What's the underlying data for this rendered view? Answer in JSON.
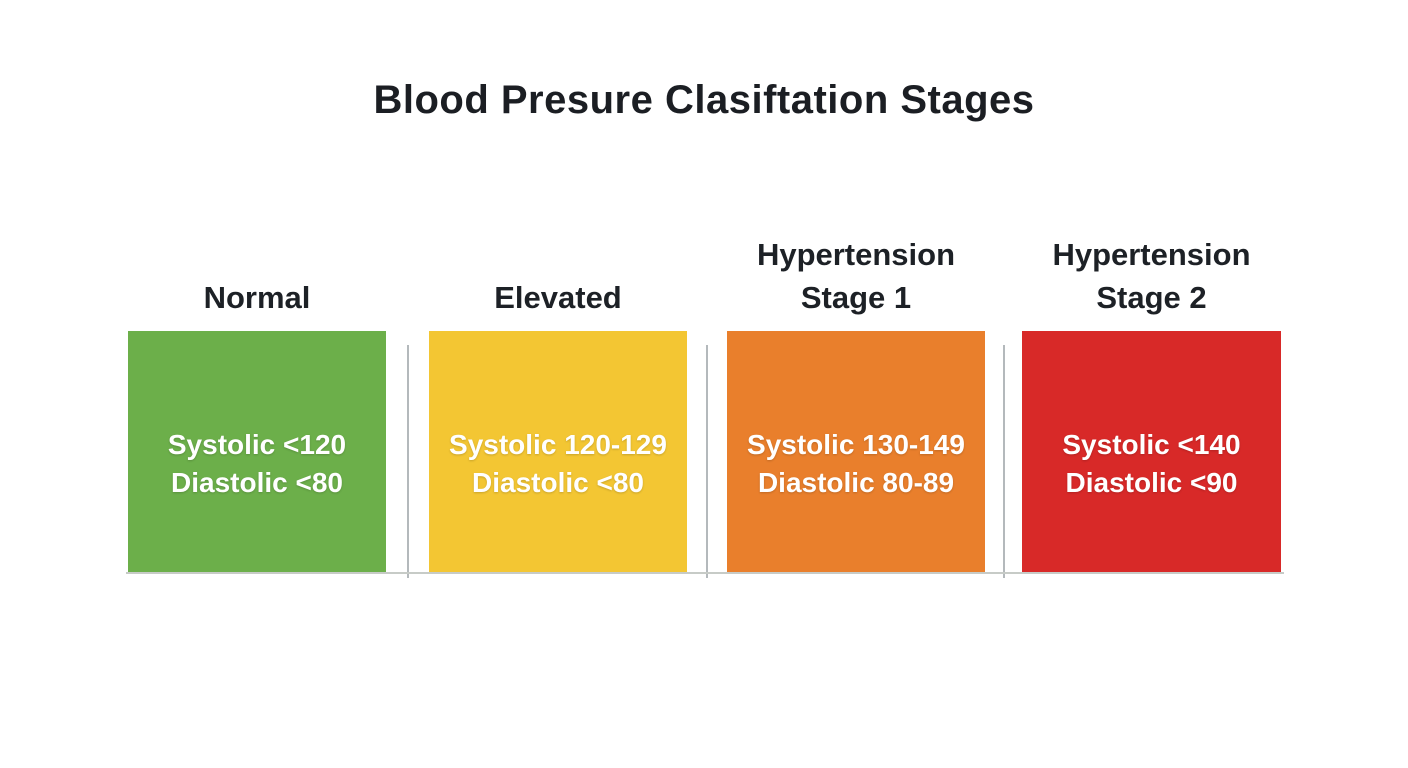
{
  "title": "Blood Presure Clasiftation Stages",
  "stages": [
    {
      "name": "Normal",
      "label_lines": [
        "Normal"
      ],
      "systolic": "Systolic <120",
      "diastolic": "Diastolic <80",
      "color": "#6caf4a"
    },
    {
      "name": "Elevated",
      "label_lines": [
        "Elevated"
      ],
      "systolic": "Systolic 120-129",
      "diastolic": "Diastolic <80",
      "color": "#f3c633"
    },
    {
      "name": "Hypertension Stage 1",
      "label_lines": [
        "Hypertension",
        "Stage 1"
      ],
      "systolic": "Systolic 130-149",
      "diastolic": "Diastolic 80-89",
      "color": "#e97f2c"
    },
    {
      "name": "Hypertension Stage 2",
      "label_lines": [
        "Hypertension",
        "Stage 2"
      ],
      "systolic": "Systolic <140",
      "diastolic": "Diastolic <90",
      "color": "#d82928"
    }
  ],
  "divider_color": "#9ba1a6",
  "baseline_color": "#c7cbc7",
  "text_colors": {
    "title": "#1b1e23",
    "headers": "#1d2126",
    "block_text": "#ffffff"
  },
  "chart_data": {
    "type": "table",
    "title": "Blood Presure Clasiftation Stages",
    "columns": [
      "Stage",
      "Systolic",
      "Diastolic"
    ],
    "rows": [
      [
        "Normal",
        "<120",
        "<80"
      ],
      [
        "Elevated",
        "120-129",
        "<80"
      ],
      [
        "Hypertension Stage 1",
        "130-149",
        "80-89"
      ],
      [
        "Hypertension Stage 2",
        "<140",
        "<90"
      ]
    ]
  }
}
